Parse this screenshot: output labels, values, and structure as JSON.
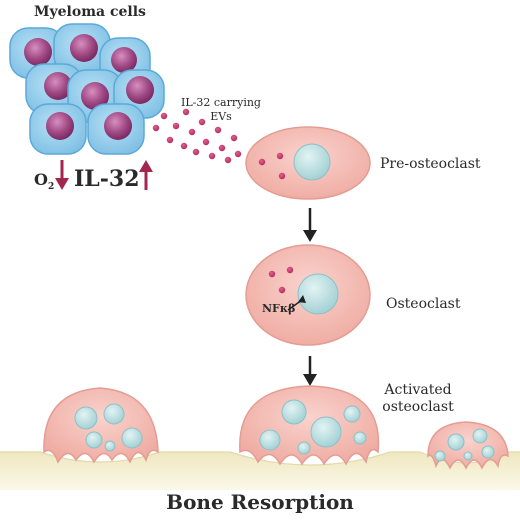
{
  "labels": {
    "title": "Myeloma cells",
    "evs_line1": "IL-32 carrying",
    "evs_line2": "EVs",
    "pre_osteoclast": "Pre-osteoclast",
    "osteoclast": "Osteoclast",
    "activated_line1": "Activated",
    "activated_line2": "osteoclast",
    "nfkb": "NFκβ",
    "il32": "IL-32",
    "o2_base": "O",
    "o2_sub": "2",
    "bone": "Bone Resorption"
  },
  "colors": {
    "cell_blue": "#8fcbea",
    "cell_blue_edge": "#5aa9d8",
    "nucleus_purple": "#9b3d7a",
    "osteoclast_pink": "#f3b7ae",
    "osteoclast_edge": "#e39d94",
    "nucleus_teal": "#bfe0e2",
    "ev_dot": "#c7346b",
    "arrow_red": "#a3264f",
    "bone": "#f8f2d8"
  }
}
